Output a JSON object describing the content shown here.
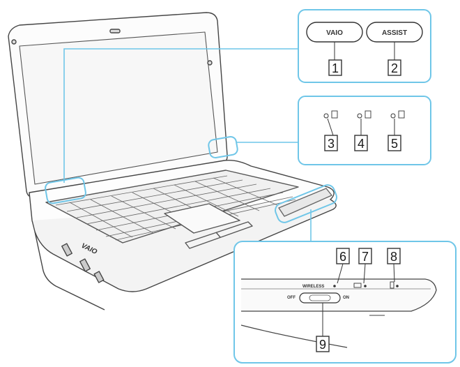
{
  "buttons": {
    "vaio": "VAIO",
    "assist": "ASSIST"
  },
  "callouts": [
    "1",
    "2",
    "3",
    "4",
    "5",
    "6",
    "7",
    "8",
    "9"
  ],
  "switch": {
    "wireless": "WIRELESS",
    "off": "OFF",
    "on": "ON"
  },
  "brand": "VAIO",
  "colors": {
    "callout_blue": "#6fc6e8",
    "laptop_outline": "#444444",
    "screen_fill": "#f7f7f7"
  }
}
